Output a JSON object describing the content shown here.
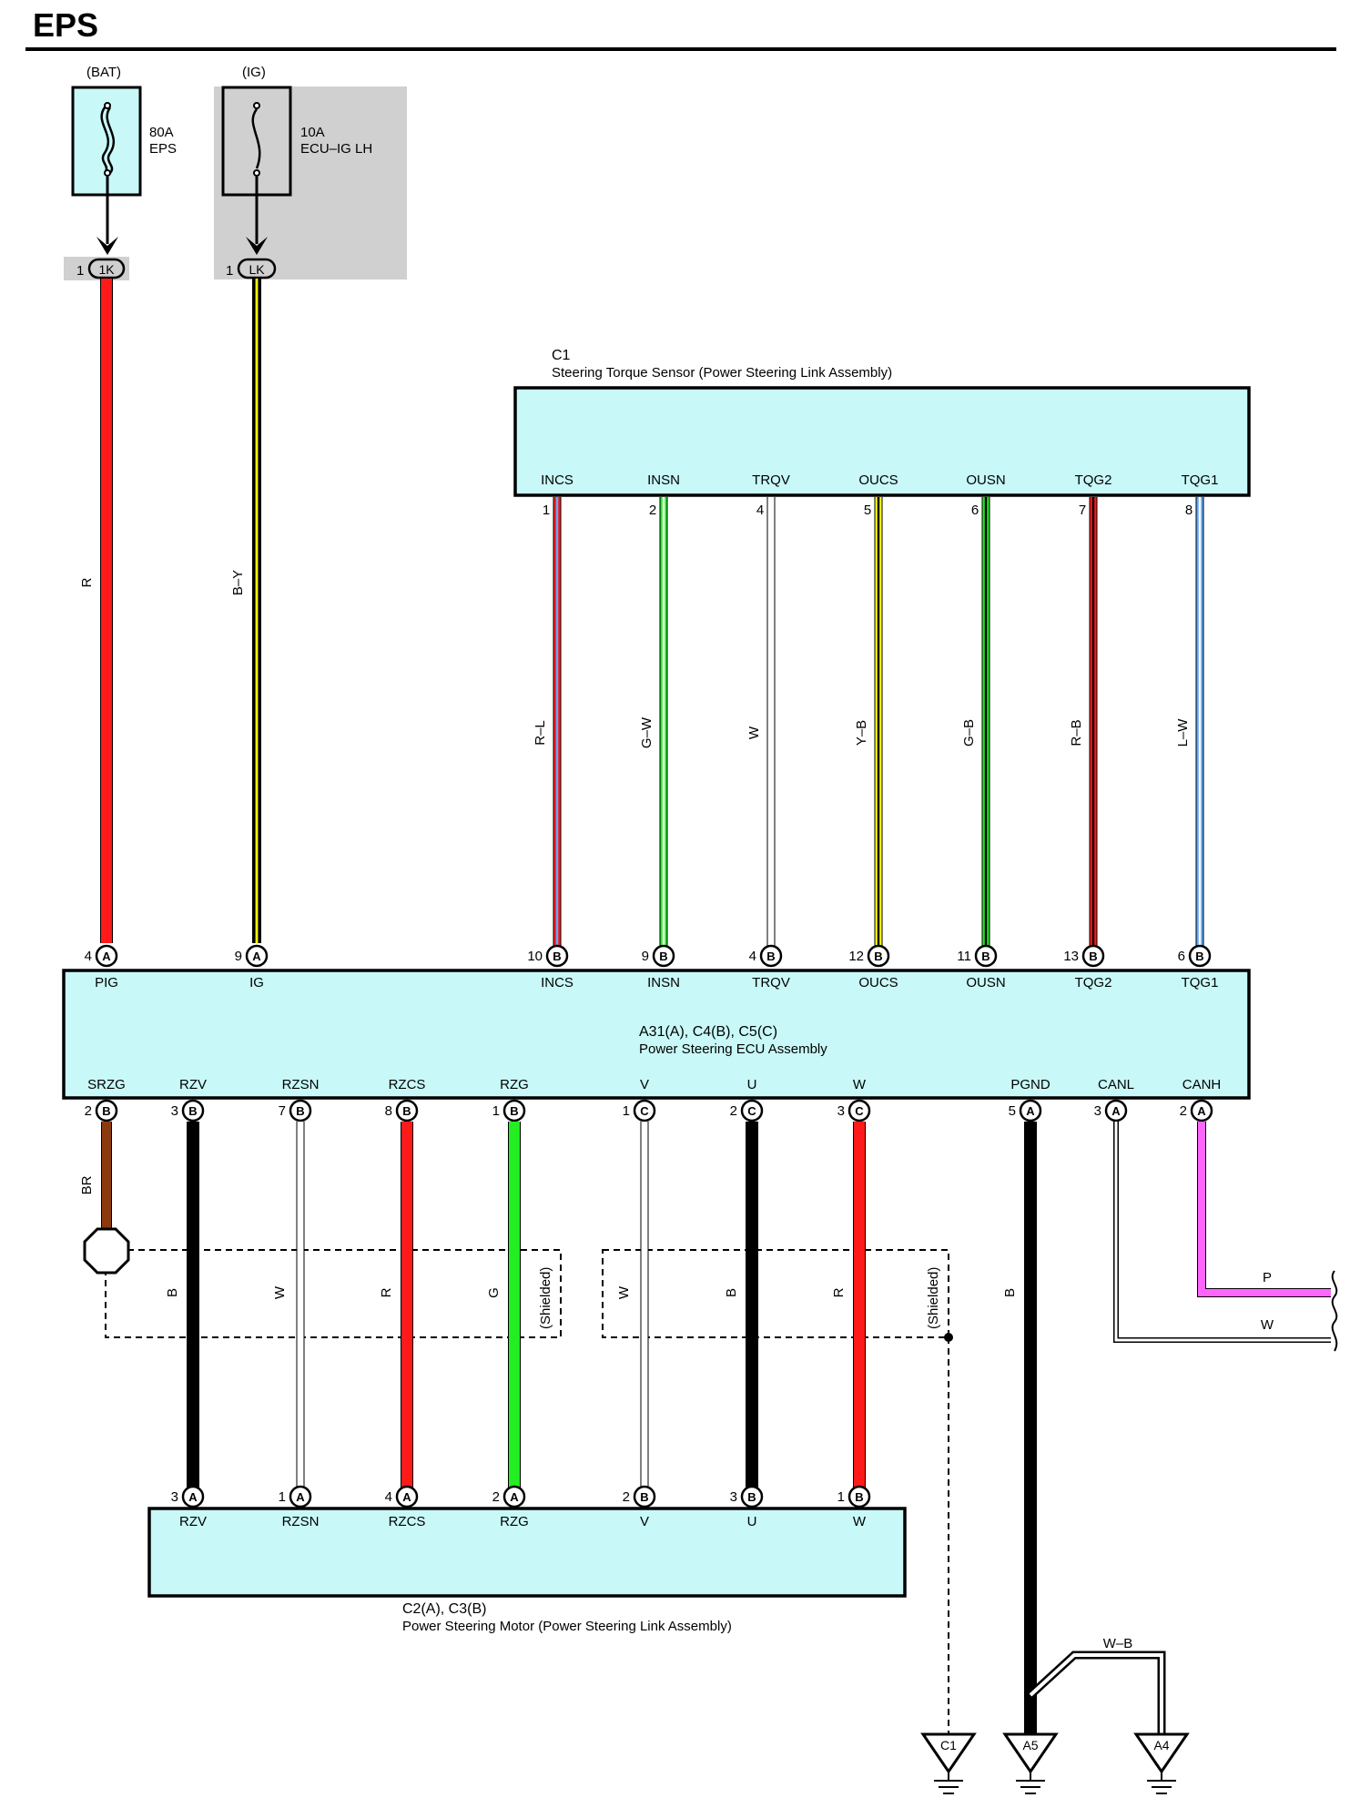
{
  "title": "EPS",
  "colors": {
    "R": "#ff1a1a",
    "Y": "#ffff00",
    "B": "#000000",
    "L": "#5da9ff",
    "G": "#22ee22",
    "W": "#ffffff",
    "BR": "#8b3a0f",
    "P": "#ff66ff",
    "comp_fill": "#c8f8f8",
    "shade": "#d0d0d0"
  },
  "fuses": {
    "bat": {
      "supply": "(BAT)",
      "rating": "80A",
      "name": "EPS",
      "pin": "1",
      "connector": "1K"
    },
    "ig": {
      "supply": "(IG)",
      "rating": "10A",
      "name": "ECU–IG LH",
      "pin": "1",
      "connector": "LK"
    }
  },
  "torque_sensor": {
    "code": "C1",
    "name": "Steering Torque Sensor (Power Steering Link Assembly)",
    "terminals": [
      {
        "label": "INCS",
        "pin": "1"
      },
      {
        "label": "INSN",
        "pin": "2"
      },
      {
        "label": "TRQV",
        "pin": "4"
      },
      {
        "label": "OUCS",
        "pin": "5"
      },
      {
        "label": "OUSN",
        "pin": "6"
      },
      {
        "label": "TQG2",
        "pin": "7"
      },
      {
        "label": "TQG1",
        "pin": "8"
      }
    ]
  },
  "ecu": {
    "code": "A31(A), C4(B), C5(C)",
    "name": "Power Steering ECU Assembly",
    "top_terminals": [
      {
        "label": "PIG",
        "pin": "4",
        "conn": "A"
      },
      {
        "label": "IG",
        "pin": "9",
        "conn": "A"
      },
      {
        "label": "INCS",
        "pin": "10",
        "conn": "B"
      },
      {
        "label": "INSN",
        "pin": "9",
        "conn": "B"
      },
      {
        "label": "TRQV",
        "pin": "4",
        "conn": "B"
      },
      {
        "label": "OUCS",
        "pin": "12",
        "conn": "B"
      },
      {
        "label": "OUSN",
        "pin": "11",
        "conn": "B"
      },
      {
        "label": "TQG2",
        "pin": "13",
        "conn": "B"
      },
      {
        "label": "TQG1",
        "pin": "6",
        "conn": "B"
      }
    ],
    "bottom_terminals": [
      {
        "label": "SRZG",
        "pin": "2",
        "conn": "B"
      },
      {
        "label": "RZV",
        "pin": "3",
        "conn": "B"
      },
      {
        "label": "RZSN",
        "pin": "7",
        "conn": "B"
      },
      {
        "label": "RZCS",
        "pin": "8",
        "conn": "B"
      },
      {
        "label": "RZG",
        "pin": "1",
        "conn": "B"
      },
      {
        "label": "V",
        "pin": "1",
        "conn": "C"
      },
      {
        "label": "U",
        "pin": "2",
        "conn": "C"
      },
      {
        "label": "W",
        "pin": "3",
        "conn": "C"
      },
      {
        "label": "PGND",
        "pin": "5",
        "conn": "A"
      },
      {
        "label": "CANL",
        "pin": "3",
        "conn": "A"
      },
      {
        "label": "CANH",
        "pin": "2",
        "conn": "A"
      }
    ]
  },
  "motor": {
    "code": "C2(A), C3(B)",
    "name": "Power Steering Motor (Power Steering Link Assembly)",
    "terminals": [
      {
        "label": "RZV",
        "pin": "3",
        "conn": "A"
      },
      {
        "label": "RZSN",
        "pin": "1",
        "conn": "A"
      },
      {
        "label": "RZCS",
        "pin": "4",
        "conn": "A"
      },
      {
        "label": "RZG",
        "pin": "2",
        "conn": "A"
      },
      {
        "label": "V",
        "pin": "2",
        "conn": "B"
      },
      {
        "label": "U",
        "pin": "3",
        "conn": "B"
      },
      {
        "label": "W",
        "pin": "1",
        "conn": "B"
      }
    ]
  },
  "wires": {
    "power": [
      "R",
      "B–Y"
    ],
    "sensor": [
      "R–L",
      "G–W",
      "W",
      "Y–B",
      "G–B",
      "R–B",
      "L–W"
    ],
    "motor": [
      "B",
      "W",
      "R",
      "G",
      "W",
      "B",
      "R"
    ],
    "srzg": "BR",
    "pgnd": "B",
    "can_h": "P",
    "can_l": "W",
    "ground_link": "W–B"
  },
  "shield_label": "(Shielded)",
  "grounds": [
    "C1",
    "A5",
    "A4"
  ]
}
